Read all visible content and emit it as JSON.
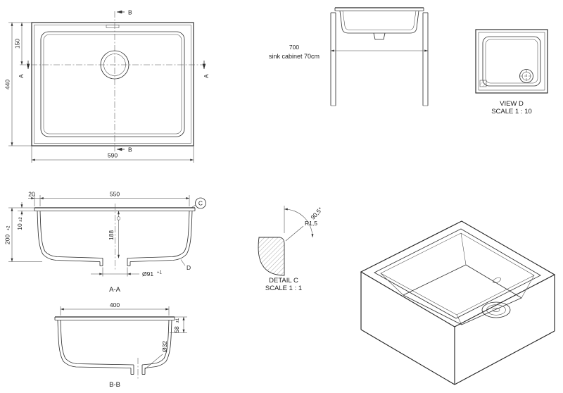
{
  "colors": {
    "line": "#2e2e2e",
    "background": "#ffffff"
  },
  "plan": {
    "dim_width": "590",
    "dim_height": "440",
    "dim_drain_offset": "150",
    "section_a": "A",
    "section_b": "B"
  },
  "front": {
    "dim_cabinet": "700",
    "cabinet_label": "sink cabinet 70cm"
  },
  "view_d": {
    "title": "VIEW D",
    "scale": "SCALE 1 : 10"
  },
  "section_aa": {
    "title": "A-A",
    "dim_inner_width": "550",
    "dim_flange": "20",
    "dim_inner_depth": "188",
    "dim_outer_depth": "200",
    "dim_outer_depth_tol": "+2",
    "dim_rim_thickness": "10",
    "dim_rim_thickness_tol": "±2",
    "dim_drain_recess": "Ø91",
    "dim_drain_recess_tol": "+1",
    "label_c": "C",
    "label_d": "D"
  },
  "detail_c": {
    "title": "DETAIL C",
    "scale": "SCALE 1 : 1",
    "angle": "90,5°",
    "radius": "R1,5"
  },
  "section_bb": {
    "title": "B-B",
    "dim_inner_width": "400",
    "dim_depth": "58",
    "dim_depth_tol": "±1",
    "dim_drain_hole": "Ø32"
  }
}
